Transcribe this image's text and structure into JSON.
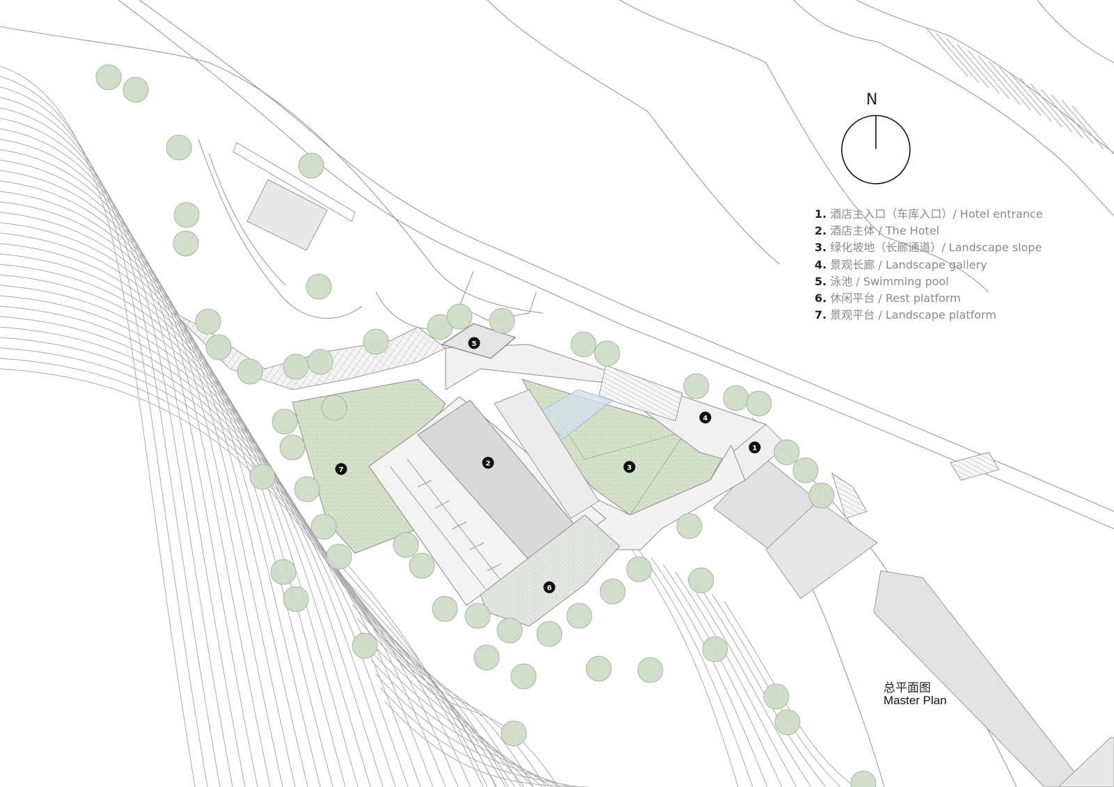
{
  "north": "N",
  "legend": [
    {
      "num": "1.",
      "text": "酒店主入口（车库入口）/ Hotel entrance"
    },
    {
      "num": "2.",
      "text": "酒店主体  / The Hotel"
    },
    {
      "num": "3.",
      "text": "绿化坡地（长廊通道）/ Landscape slope"
    },
    {
      "num": "4.",
      "text": "景观长廊 / Landscape gallery"
    },
    {
      "num": "5.",
      "text": "泳池 / Swimming pool"
    },
    {
      "num": "6.",
      "text": "休闲平台 / Rest platform"
    },
    {
      "num": "7.",
      "text": "景观平台 / Landscape platform"
    }
  ],
  "markers": [
    "1",
    "2",
    "3",
    "4",
    "5",
    "6",
    "7"
  ],
  "title": {
    "cn": "总平面图",
    "en": "Master Plan"
  },
  "colors": {
    "line": "#9a9a9a",
    "tree_fill": "#cfdcc6",
    "tree_stroke": "#a6b8a0",
    "green": "#d7e3cd",
    "building": "#dcdcdc",
    "pool": "#e6e6e6",
    "glass": "#cfe0e8"
  }
}
